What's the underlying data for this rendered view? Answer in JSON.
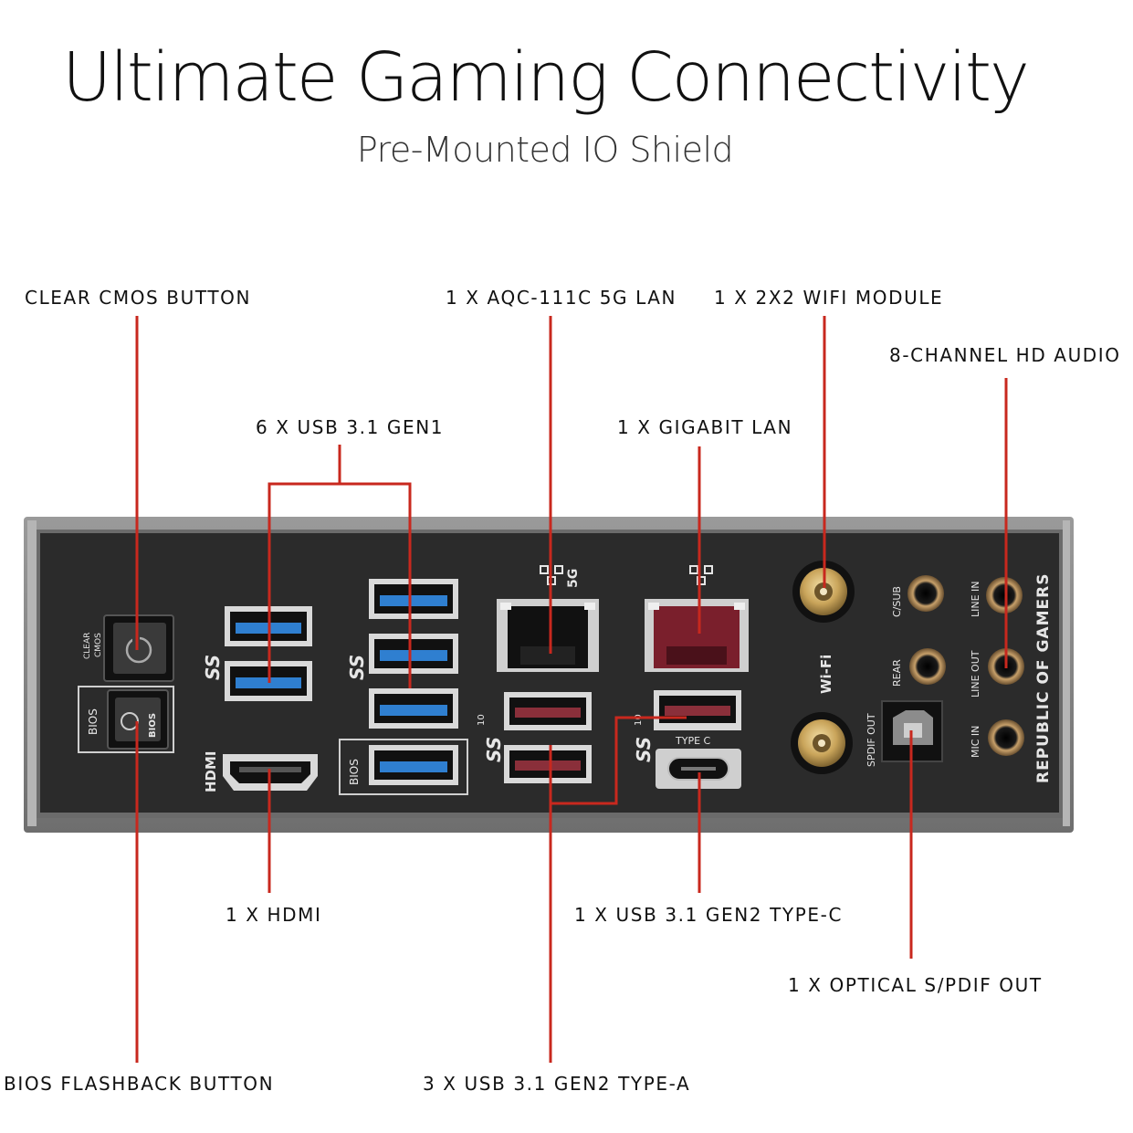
{
  "title": "Ultimate Gaming Connectivity",
  "subtitle": "Pre-Mounted IO Shield",
  "callouts": {
    "clear_cmos": "CLEAR CMOS BUTTON",
    "aqc_lan": "1 X AQC-111C 5G LAN",
    "wifi": "1 X 2X2 WIFI MODULE",
    "audio": "8-CHANNEL HD AUDIO",
    "usb31_gen1": "6 X USB 3.1 GEN1",
    "gigabit_lan": "1 X GIGABIT LAN",
    "hdmi": "1 X HDMI",
    "usb_typec": "1 X USB 3.1 GEN2 TYPE-C",
    "optical": "1 X OPTICAL S/PDIF OUT",
    "bios_flashback": "BIOS FLASHBACK BUTTON",
    "usb_typea": "3 X USB 3.1 GEN2 TYPE-A"
  },
  "panel_labels": {
    "clear": "CLEAR",
    "cmos": "CMOS",
    "bios": "BIOS",
    "hdmi": "HDMI",
    "ss": "SS",
    "ss10": "10",
    "five_g": "5G",
    "type_c": "TYPE C",
    "wifi": "Wi-Fi",
    "c_sub": "C/SUB",
    "rear": "REAR",
    "spdif_out": "SPDIF OUT",
    "line_in": "LINE IN",
    "line_out": "LINE OUT",
    "mic_in": "MIC IN",
    "brand": "REPUBLIC OF GAMERS"
  },
  "colors": {
    "callout_line": "#c8281e",
    "panel": "#2b2b2b",
    "frame": "#8a8a8a",
    "usb_blue": "#2f7fd0",
    "usb_red": "#8a2f3a",
    "lan_red": "#7a1f2c",
    "gold": "#c9a45a"
  }
}
